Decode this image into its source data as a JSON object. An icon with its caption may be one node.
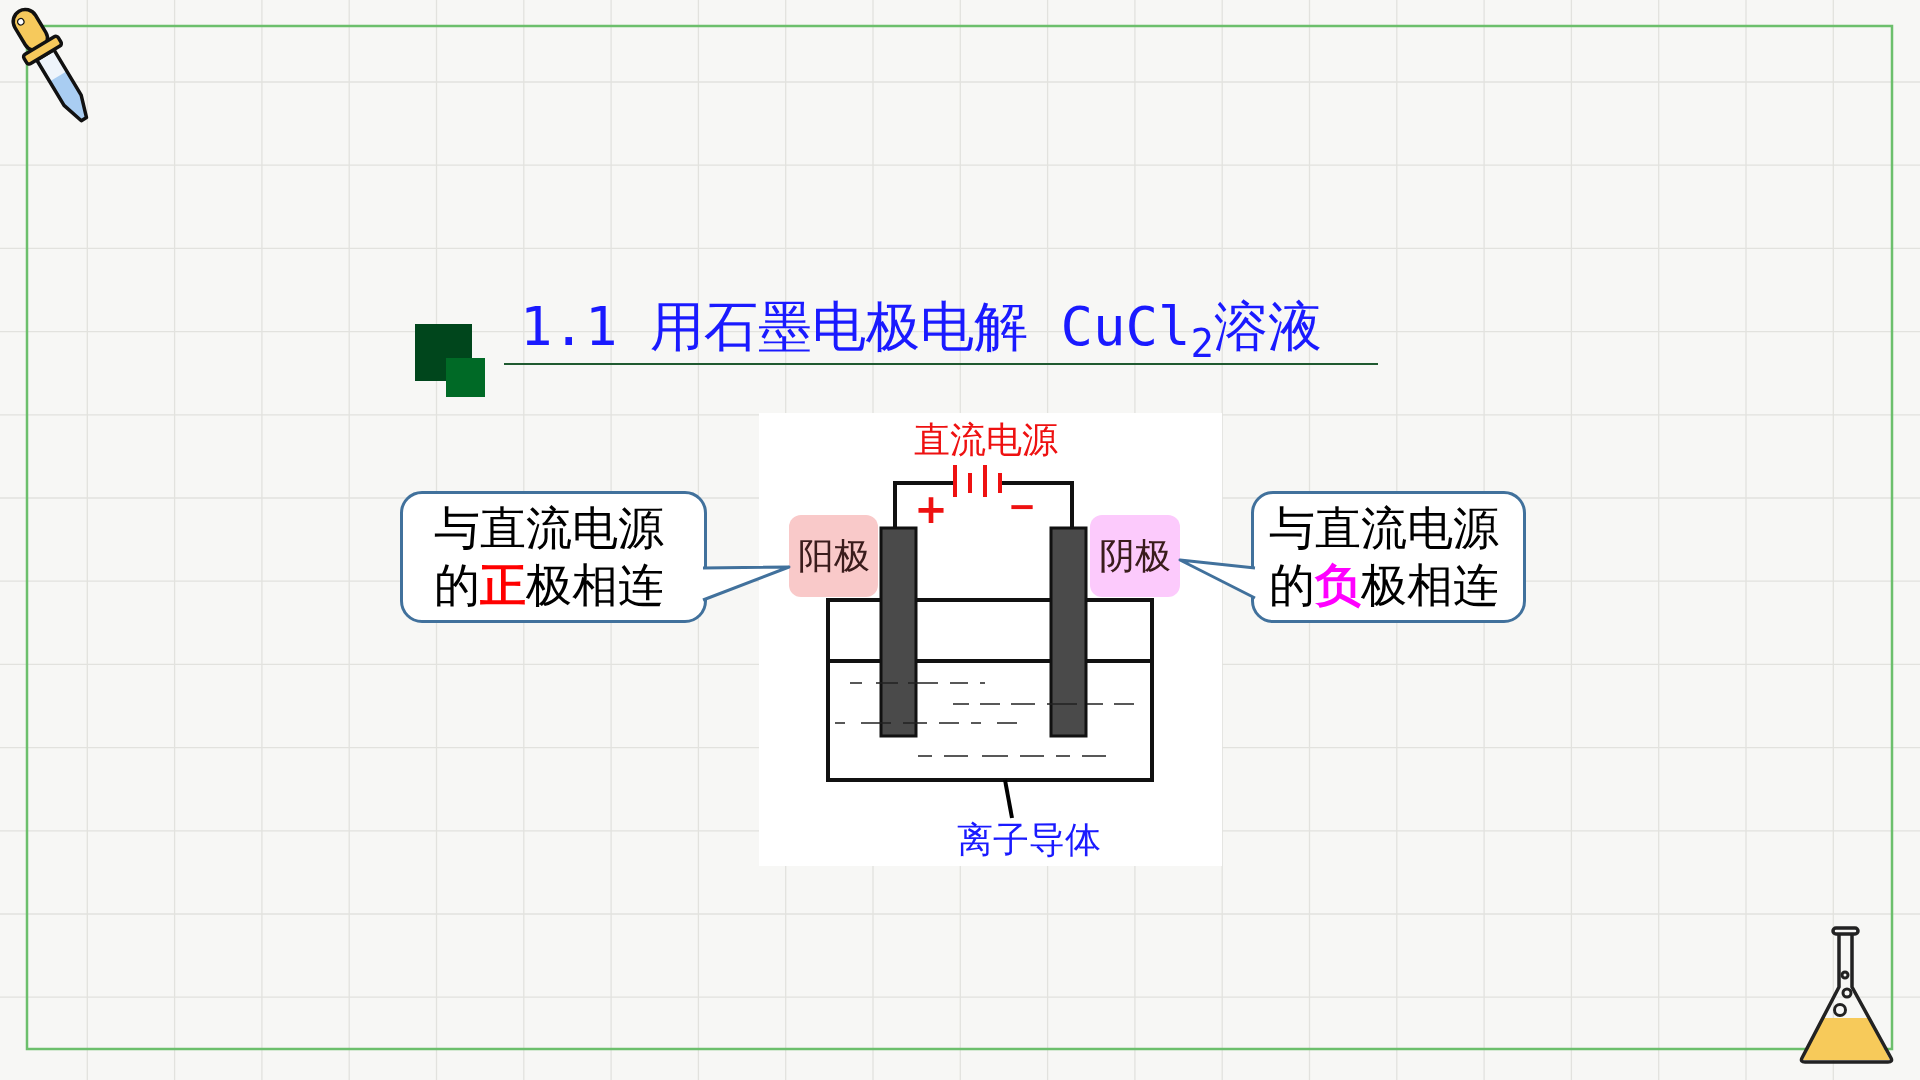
{
  "diagram": {
    "title": "1.1 用石墨电极电解 CuCl$_{2}$溶液",
    "nodes": [
      {
        "text": [
          "与直流电源的**正**极相连"
        ]
      },
      {
        "text": [
          "阳极"
        ]
      },
      {
        "text": [
          "阴极"
        ]
      },
      {
        "text": [
          "与直流电源的**负**极相连"
        ]
      },
      {
        "text": [
          "离子导体"
        ]
      },
      {
        "text": [],
        "shape": "box"
      }
    ],
    "edges": [
      {
        "from": 0,
        "to": 1,
        "arrow": "none"
      },
      {
        "from": 3,
        "to": 2,
        "arrow": "none"
      },
      {
        "from": 4,
        "to": 5,
        "arrow": "none",
        "color": "#000000"
      }
    ],
    "labels": [
      "直流电源",
      "+",
      "−"
    ]
  }
}
